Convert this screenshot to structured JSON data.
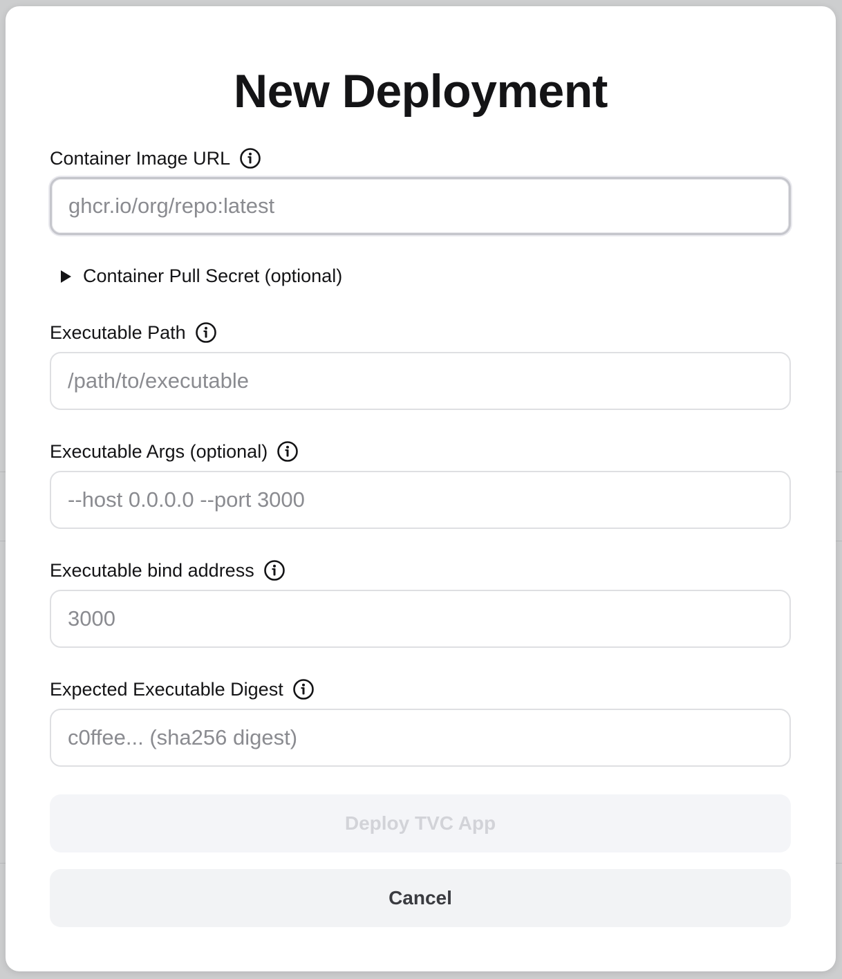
{
  "modal": {
    "title": "New Deployment"
  },
  "fields": {
    "image_url": {
      "label": "Container Image URL",
      "placeholder": "ghcr.io/org/repo:latest",
      "value": "",
      "info_icon": "info-circle-icon"
    },
    "pull_secret": {
      "label": "Container Pull Secret (optional)",
      "expanded": false,
      "icon": "disclosure-triangle-icon"
    },
    "exec_path": {
      "label": "Executable Path",
      "placeholder": "/path/to/executable",
      "value": "",
      "info_icon": "info-circle-icon"
    },
    "exec_args": {
      "label": "Executable Args (optional)",
      "placeholder": "--host 0.0.0.0 --port 3000",
      "value": "",
      "info_icon": "info-circle-icon"
    },
    "bind_address": {
      "label": "Executable bind address",
      "placeholder": "3000",
      "value": "",
      "info_icon": "info-circle-icon"
    },
    "digest": {
      "label": "Expected Executable Digest",
      "placeholder": "c0ffee... (sha256 digest)",
      "value": "",
      "info_icon": "info-circle-icon"
    }
  },
  "buttons": {
    "deploy_label": "Deploy TVC App",
    "deploy_disabled": true,
    "cancel_label": "Cancel"
  },
  "colors": {
    "backdrop": "#cdcecf",
    "modal_bg": "#ffffff",
    "text": "#141416",
    "placeholder": "#8a8b90",
    "input_border": "#dedfe2",
    "deploy_disabled_bg": "#f4f5f8",
    "deploy_disabled_text": "#d2d3d8",
    "cancel_bg": "#f2f3f5"
  }
}
